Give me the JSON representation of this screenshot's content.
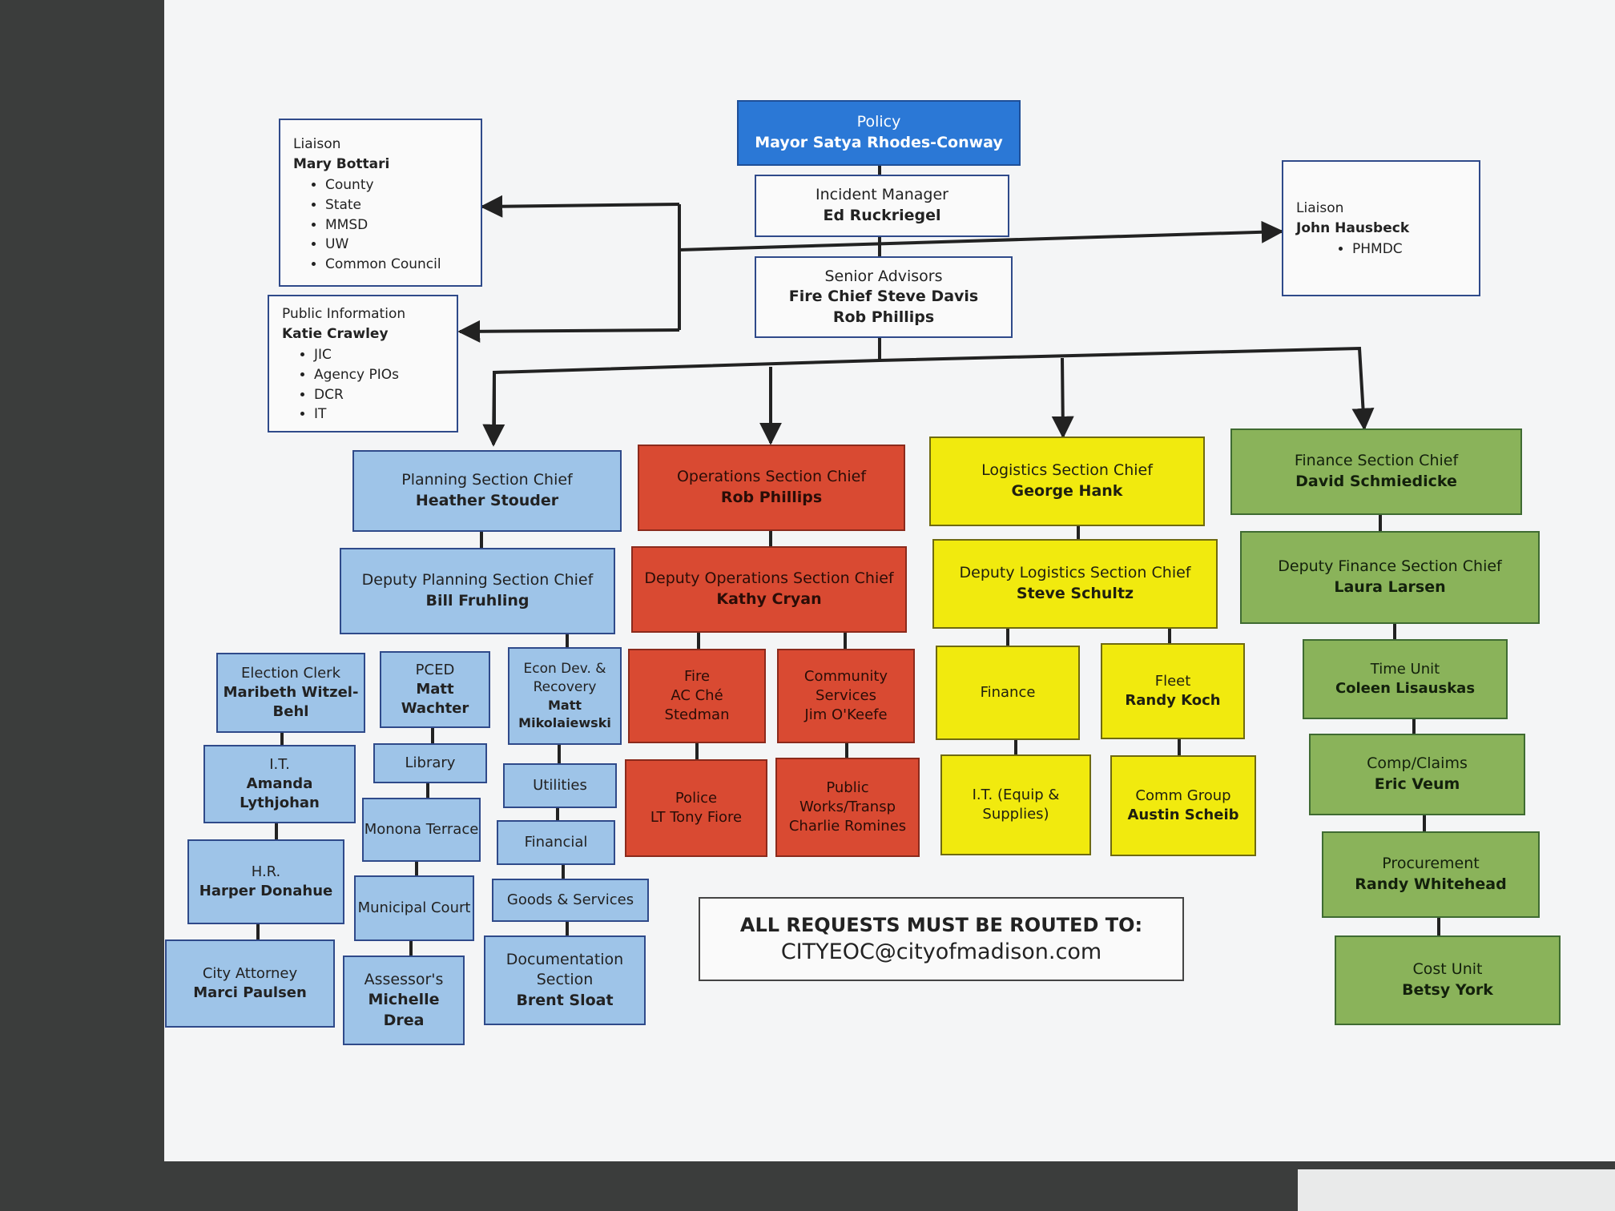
{
  "policy": {
    "title": "Policy",
    "name": "Mayor Satya Rhodes-Conway"
  },
  "incident_manager": {
    "title": "Incident Manager",
    "name": "Ed Ruckriegel"
  },
  "senior_advisors": {
    "title": "Senior Advisors",
    "names": [
      "Fire Chief Steve Davis",
      "Rob Phillips"
    ]
  },
  "liaison_left": {
    "title": "Liaison",
    "name": "Mary Bottari",
    "items": [
      "County",
      "State",
      "MMSD",
      "UW",
      "Common Council"
    ]
  },
  "public_info": {
    "title": "Public Information",
    "name": "Katie Crawley",
    "items": [
      "JIC",
      "Agency PIOs",
      "DCR",
      "IT"
    ]
  },
  "liaison_right": {
    "title": "Liaison",
    "name": "John Hausbeck",
    "items": [
      "PHMDC"
    ]
  },
  "planning": {
    "chief": {
      "title": "Planning Section Chief",
      "name": "Heather Stouder"
    },
    "deputy": {
      "title": "Deputy Planning Section Chief",
      "name": "Bill Fruhling"
    },
    "col1": [
      {
        "title": "Election Clerk",
        "name": "Maribeth Witzel-Behl"
      },
      {
        "title": "I.T.",
        "name": "Amanda Lythjohan"
      },
      {
        "title": "H.R.",
        "name": "Harper Donahue"
      },
      {
        "title": "City Attorney",
        "name": "Marci Paulsen"
      }
    ],
    "col2": [
      {
        "title": "PCED",
        "name": "Matt Wachter"
      },
      {
        "title": "Library",
        "name": ""
      },
      {
        "title": "Monona Terrace",
        "name": ""
      },
      {
        "title": "Municipal Court",
        "name": ""
      },
      {
        "title": "Assessor's",
        "name": "Michelle Drea"
      }
    ],
    "col3": [
      {
        "title": "Econ Dev. & Recovery",
        "name": "Matt Mikolaiewski"
      },
      {
        "title": "Utilities",
        "name": ""
      },
      {
        "title": "Financial",
        "name": ""
      },
      {
        "title": "Goods & Services",
        "name": ""
      },
      {
        "title": "Documentation Section",
        "name": "Brent Sloat"
      }
    ]
  },
  "operations": {
    "chief": {
      "title": "Operations Section Chief",
      "name": "Rob Phillips"
    },
    "deputy": {
      "title": "Deputy Operations Section Chief",
      "name": "Kathy Cryan"
    },
    "units": [
      {
        "title": "Fire",
        "name": "AC Ché Stedman"
      },
      {
        "title": "Community Services",
        "name": "Jim O'Keefe"
      },
      {
        "title": "Police",
        "name": "LT Tony Fiore"
      },
      {
        "title": "Public Works/Transp",
        "name": "Charlie Romines"
      }
    ]
  },
  "logistics": {
    "chief": {
      "title": "Logistics Section Chief",
      "name": "George Hank"
    },
    "deputy": {
      "title": "Deputy Logistics Section Chief",
      "name": "Steve Schultz"
    },
    "units": [
      {
        "title": "Finance",
        "name": ""
      },
      {
        "title": "Fleet",
        "name": "Randy Koch"
      },
      {
        "title": "I.T. (Equip & Supplies)",
        "name": ""
      },
      {
        "title": "Comm Group",
        "name": "Austin Scheib"
      }
    ]
  },
  "finance": {
    "chief": {
      "title": "Finance Section Chief",
      "name": "David Schmiedicke"
    },
    "deputy": {
      "title": "Deputy Finance Section Chief",
      "name": "Laura Larsen"
    },
    "units": [
      {
        "title": "Time Unit",
        "name": "Coleen Lisauskas"
      },
      {
        "title": "Comp/Claims",
        "name": "Eric Veum"
      },
      {
        "title": "Procurement",
        "name": "Randy Whitehead"
      },
      {
        "title": "Cost Unit",
        "name": "Betsy York"
      }
    ]
  },
  "requests": {
    "line1": "ALL REQUESTS MUST BE ROUTED TO:",
    "email": "CITYEOC@cityofmadison.com"
  },
  "colors": {
    "planning": "#9ec4e8",
    "policy": "#2b78d6",
    "operations": "#d94a32",
    "logistics": "#f1ea0e",
    "finance": "#8ab35a"
  }
}
